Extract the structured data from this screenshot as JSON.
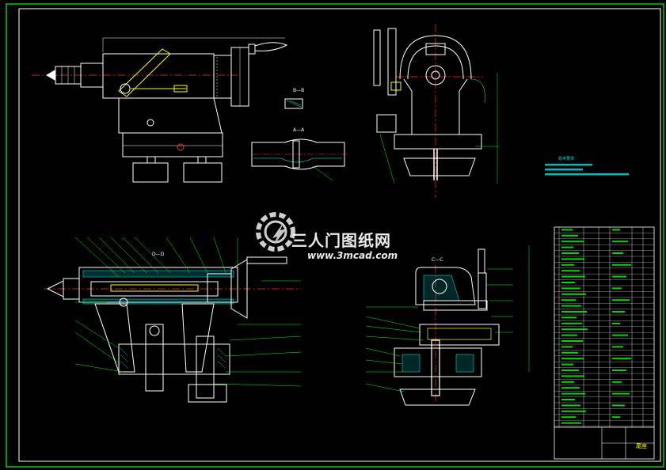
{
  "watermark": {
    "brand": "三人门图纸网",
    "url": "www.3mcad.com",
    "logo_icon": "gear-logo-icon"
  },
  "view_labels": {
    "section_a": "A—A",
    "section_b": "B—B",
    "section_c": "C—C",
    "section_d": "D—D"
  },
  "tech_requirements": {
    "title": "技术要求"
  },
  "title_block": {
    "name": "尾座"
  },
  "colors": {
    "outline": "#ffffff",
    "hatch": "#00ffff",
    "dimension": "#00ff00",
    "centerline": "#ff3030",
    "accent": "#ffff00",
    "notes": "#00e8e8"
  }
}
